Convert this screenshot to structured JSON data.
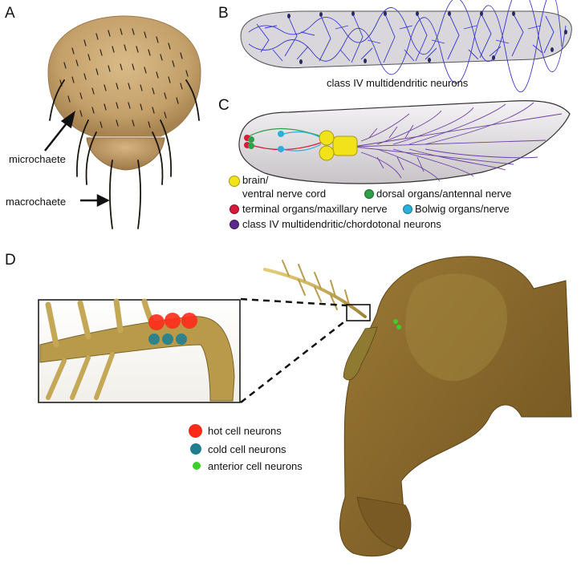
{
  "panels": {
    "a": {
      "letter": "A",
      "labels": {
        "microchaete": "microchaete",
        "macrochaete": "macrochaete"
      }
    },
    "b": {
      "letter": "B",
      "caption": "class IV multidendritic neurons"
    },
    "c": {
      "letter": "C",
      "legend": [
        {
          "label_line1": "brain/",
          "label_line2": "ventral nerve cord",
          "color": "#f2e21a"
        },
        {
          "label": "dorsal organs/antennal nerve",
          "color": "#2fa04a"
        },
        {
          "label": "terminal organs/maxillary nerve",
          "color": "#d81b3c"
        },
        {
          "label": "Bolwig organs/nerve",
          "color": "#2ab0d8"
        },
        {
          "label": "class IV multidendritic/chordotonal neurons",
          "color": "#5b2a8c"
        }
      ]
    },
    "d": {
      "letter": "D",
      "legend": [
        {
          "label": "hot cell neurons",
          "color": "#ff2a1a"
        },
        {
          "label": "cold cell neurons",
          "color": "#1f7f90"
        },
        {
          "label": "anterior cell neurons",
          "color": "#3ccf2a"
        }
      ]
    }
  },
  "colors": {
    "cuticle": "#c9a774",
    "larva_body": "#dcd8d8",
    "dendrite": "#3838c8",
    "fly_head": "#8a6a2a"
  }
}
